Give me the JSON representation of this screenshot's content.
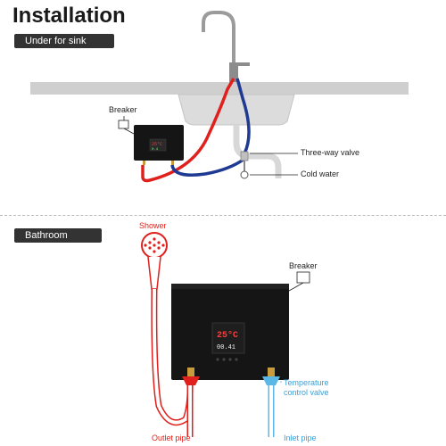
{
  "title": "Installation",
  "sections": {
    "under_sink": {
      "label": "Under for sink",
      "callouts": {
        "breaker": "Breaker",
        "three_way_valve": "Three-way valve",
        "cold_water": "Cold water"
      },
      "display_top": "25°C",
      "display_bottom": "0.4"
    },
    "bathroom": {
      "label": "Bathroom",
      "callouts": {
        "shower": "Shower",
        "breaker": "Breaker",
        "temperature_valve": "Temperature control valve",
        "outlet_pipe": "Outlet pipe",
        "inlet_pipe": "Inlet pipe"
      },
      "display_top": "25°C",
      "display_bottom": "00.41"
    }
  },
  "colors": {
    "hot": "#e0201c",
    "cold": "#1f3a93",
    "cold_light": "#5bb8e6",
    "heater": "#151515",
    "sink": "#cfcfcf"
  }
}
